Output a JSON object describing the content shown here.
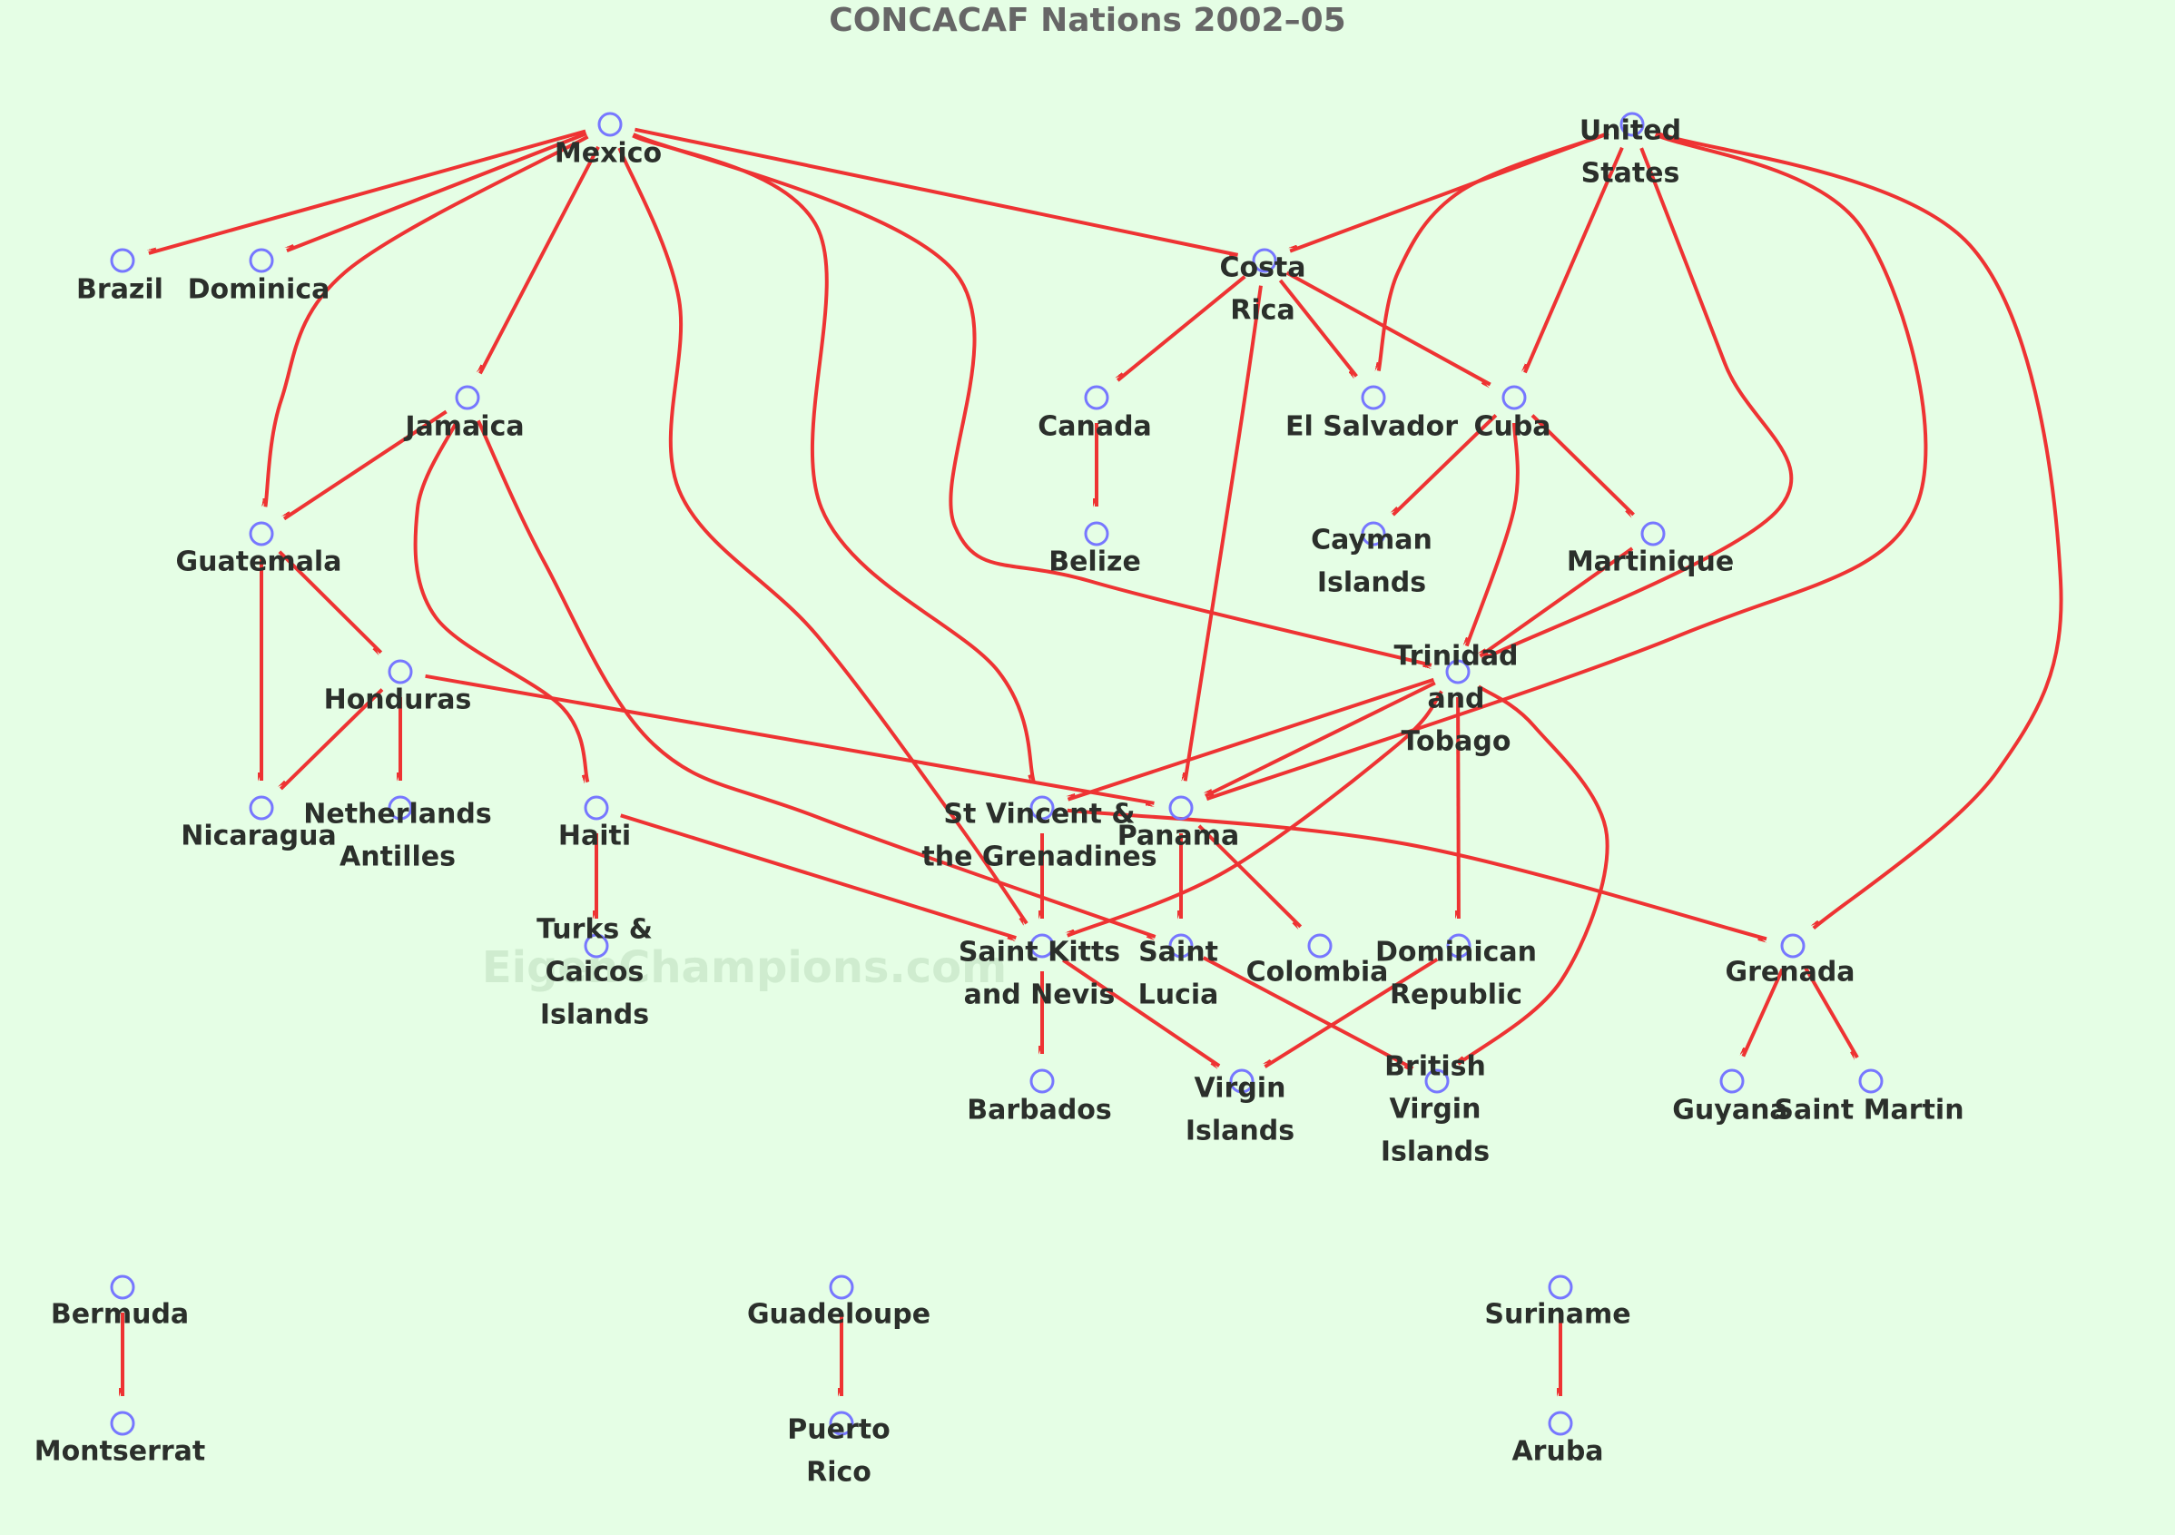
{
  "title": "CONCACAF Nations 2002–05",
  "watermark": "EigenChampions.com",
  "colors": {
    "background": "#e5fee5",
    "edge": "#ee3333",
    "node": "#7777ff",
    "label": "#2b2f2b",
    "title": "#666666"
  },
  "nodes": [
    {
      "id": "mexico",
      "lines": [
        "Mexico"
      ]
    },
    {
      "id": "usa",
      "lines": [
        "United",
        "States"
      ]
    },
    {
      "id": "brazil",
      "lines": [
        "Brazil"
      ]
    },
    {
      "id": "dominica",
      "lines": [
        "Dominica"
      ]
    },
    {
      "id": "costarica",
      "lines": [
        "Costa",
        "Rica"
      ]
    },
    {
      "id": "jamaica",
      "lines": [
        "Jamaica"
      ]
    },
    {
      "id": "canada",
      "lines": [
        "Canada"
      ]
    },
    {
      "id": "elsalvador",
      "lines": [
        "El Salvador"
      ]
    },
    {
      "id": "cuba",
      "lines": [
        "Cuba"
      ]
    },
    {
      "id": "guatemala",
      "lines": [
        "Guatemala"
      ]
    },
    {
      "id": "belize",
      "lines": [
        "Belize"
      ]
    },
    {
      "id": "cayman",
      "lines": [
        "Cayman",
        "Islands"
      ]
    },
    {
      "id": "martinique",
      "lines": [
        "Martinique"
      ]
    },
    {
      "id": "honduras",
      "lines": [
        "Honduras"
      ]
    },
    {
      "id": "trinidad",
      "lines": [
        "Trinidad",
        "and",
        "Tobago"
      ]
    },
    {
      "id": "nicaragua",
      "lines": [
        "Nicaragua"
      ]
    },
    {
      "id": "netherlands",
      "lines": [
        "Netherlands",
        "Antilles"
      ]
    },
    {
      "id": "haiti",
      "lines": [
        "Haiti"
      ]
    },
    {
      "id": "stvincent",
      "lines": [
        "St Vincent &",
        "the Grenadines"
      ]
    },
    {
      "id": "panama",
      "lines": [
        "Panama"
      ]
    },
    {
      "id": "turks",
      "lines": [
        "Turks &",
        "Caicos",
        "Islands"
      ]
    },
    {
      "id": "stkitts",
      "lines": [
        "Saint Kitts",
        "and Nevis"
      ]
    },
    {
      "id": "stlucia",
      "lines": [
        "Saint",
        "Lucia"
      ]
    },
    {
      "id": "colombia",
      "lines": [
        "Colombia"
      ]
    },
    {
      "id": "dominican",
      "lines": [
        "Dominican",
        "Republic"
      ]
    },
    {
      "id": "grenada",
      "lines": [
        "Grenada"
      ]
    },
    {
      "id": "barbados",
      "lines": [
        "Barbados"
      ]
    },
    {
      "id": "virgin",
      "lines": [
        "Virgin",
        "Islands"
      ]
    },
    {
      "id": "bvi",
      "lines": [
        "British",
        "Virgin",
        "Islands"
      ]
    },
    {
      "id": "guyana",
      "lines": [
        "Guyana"
      ]
    },
    {
      "id": "stmartin",
      "lines": [
        "Saint Martin"
      ]
    },
    {
      "id": "bermuda",
      "lines": [
        "Bermuda"
      ]
    },
    {
      "id": "guadeloupe",
      "lines": [
        "Guadeloupe"
      ]
    },
    {
      "id": "suriname",
      "lines": [
        "Suriname"
      ]
    },
    {
      "id": "montserrat",
      "lines": [
        "Montserrat"
      ]
    },
    {
      "id": "puertorico",
      "lines": [
        "Puerto",
        "Rico"
      ]
    },
    {
      "id": "aruba",
      "lines": [
        "Aruba"
      ]
    }
  ],
  "edges": [
    {
      "from": "mexico",
      "to": "brazil"
    },
    {
      "from": "mexico",
      "to": "dominica"
    },
    {
      "from": "mexico",
      "to": "costarica"
    },
    {
      "from": "mexico",
      "to": "jamaica"
    },
    {
      "from": "mexico",
      "to": "guatemala"
    },
    {
      "from": "mexico",
      "to": "stkitts"
    },
    {
      "from": "mexico",
      "to": "stvincent"
    },
    {
      "from": "mexico",
      "to": "trinidad"
    },
    {
      "from": "usa",
      "to": "costarica"
    },
    {
      "from": "usa",
      "to": "elsalvador"
    },
    {
      "from": "usa",
      "to": "cuba"
    },
    {
      "from": "usa",
      "to": "trinidad"
    },
    {
      "from": "usa",
      "to": "panama"
    },
    {
      "from": "usa",
      "to": "grenada"
    },
    {
      "from": "costarica",
      "to": "canada"
    },
    {
      "from": "costarica",
      "to": "elsalvador"
    },
    {
      "from": "costarica",
      "to": "cuba"
    },
    {
      "from": "costarica",
      "to": "panama"
    },
    {
      "from": "canada",
      "to": "belize"
    },
    {
      "from": "cuba",
      "to": "cayman"
    },
    {
      "from": "cuba",
      "to": "martinique"
    },
    {
      "from": "cuba",
      "to": "trinidad"
    },
    {
      "from": "martinique",
      "to": "trinidad"
    },
    {
      "from": "jamaica",
      "to": "guatemala"
    },
    {
      "from": "jamaica",
      "to": "haiti"
    },
    {
      "from": "jamaica",
      "to": "stlucia"
    },
    {
      "from": "guatemala",
      "to": "honduras"
    },
    {
      "from": "guatemala",
      "to": "nicaragua"
    },
    {
      "from": "honduras",
      "to": "nicaragua"
    },
    {
      "from": "honduras",
      "to": "netherlands"
    },
    {
      "from": "honduras",
      "to": "panama"
    },
    {
      "from": "haiti",
      "to": "turks"
    },
    {
      "from": "haiti",
      "to": "stkitts"
    },
    {
      "from": "trinidad",
      "to": "stvincent"
    },
    {
      "from": "trinidad",
      "to": "panama"
    },
    {
      "from": "trinidad",
      "to": "stkitts"
    },
    {
      "from": "trinidad",
      "to": "dominican"
    },
    {
      "from": "trinidad",
      "to": "bvi"
    },
    {
      "from": "stvincent",
      "to": "stkitts"
    },
    {
      "from": "stvincent",
      "to": "grenada"
    },
    {
      "from": "panama",
      "to": "stlucia"
    },
    {
      "from": "panama",
      "to": "colombia"
    },
    {
      "from": "stkitts",
      "to": "barbados"
    },
    {
      "from": "stkitts",
      "to": "virgin"
    },
    {
      "from": "stlucia",
      "to": "bvi"
    },
    {
      "from": "dominican",
      "to": "virgin"
    },
    {
      "from": "grenada",
      "to": "guyana"
    },
    {
      "from": "grenada",
      "to": "stmartin"
    },
    {
      "from": "bermuda",
      "to": "montserrat"
    },
    {
      "from": "guadeloupe",
      "to": "puertorico"
    },
    {
      "from": "suriname",
      "to": "aruba"
    }
  ]
}
